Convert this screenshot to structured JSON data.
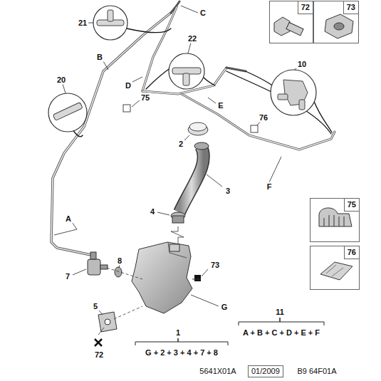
{
  "diagram": {
    "nodes": [
      {
        "text": [
          "72"
        ]
      },
      {
        "text": [
          "73"
        ]
      },
      {
        "text": [
          "75"
        ]
      },
      {
        "text": [
          "76"
        ]
      },
      {
        "text": [
          "01/2009"
        ]
      }
    ],
    "labels": [
      "21",
      "C",
      "B",
      "22",
      "10",
      "20",
      "D",
      "75",
      "E",
      "76",
      "2",
      "3",
      "F",
      "4",
      "A",
      "8",
      "7",
      "73",
      "5",
      "G",
      "11",
      "A + B + C + D + E + F",
      "1",
      "G + 2 + 3 + 4 + 7 + 8",
      "72",
      "5641X01A",
      "B9 64F01A"
    ]
  }
}
